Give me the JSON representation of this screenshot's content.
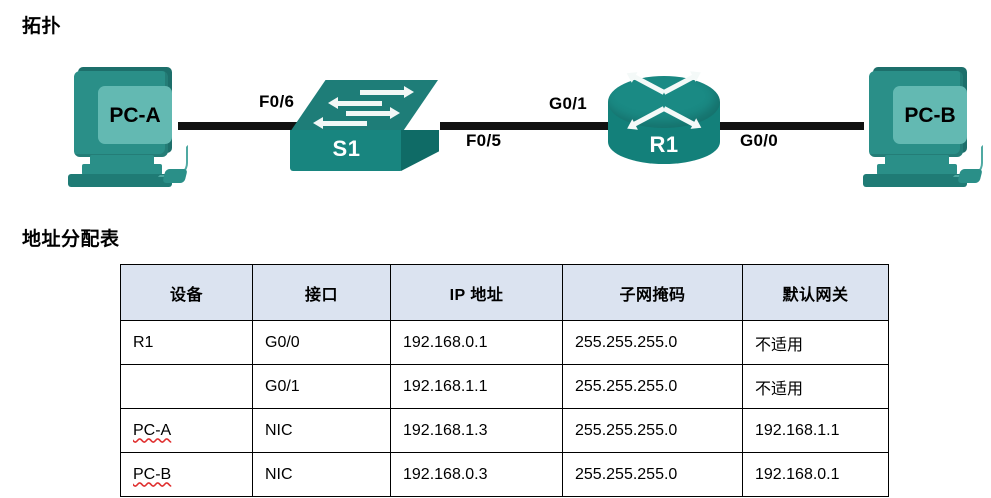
{
  "headings": {
    "topology": "拓扑",
    "address_table": "地址分配表"
  },
  "topology": {
    "devices": [
      {
        "name": "PC-A",
        "type": "pc"
      },
      {
        "name": "S1",
        "type": "switch"
      },
      {
        "name": "R1",
        "type": "router"
      },
      {
        "name": "PC-B",
        "type": "pc"
      }
    ],
    "link_labels": {
      "pca_to_s1": "F0/6",
      "s1_to_r1_left": "F0/5",
      "s1_to_r1_right": "G0/1",
      "r1_to_pcb": "G0/0"
    },
    "colors": {
      "device_teal": "#1a8a84",
      "device_teal_light": "#63b9b2",
      "link_black": "#111111"
    }
  },
  "address_table": {
    "columns": [
      "设备",
      "接口",
      "IP 地址",
      "子网掩码",
      "默认网关"
    ],
    "rows": [
      {
        "device": "R1",
        "device_spellcheck": false,
        "interface": "G0/0",
        "ip": "192.168.0.1",
        "mask": "255.255.255.0",
        "gateway": "不适用"
      },
      {
        "device": "",
        "device_spellcheck": false,
        "interface": "G0/1",
        "ip": "192.168.1.1",
        "mask": "255.255.255.0",
        "gateway": "不适用"
      },
      {
        "device": "PC-A",
        "device_spellcheck": true,
        "interface": "NIC",
        "ip": "192.168.1.3",
        "mask": "255.255.255.0",
        "gateway": "192.168.1.1"
      },
      {
        "device": "PC-B",
        "device_spellcheck": true,
        "interface": "NIC",
        "ip": "192.168.0.3",
        "mask": "255.255.255.0",
        "gateway": "192.168.0.1"
      }
    ],
    "header_background": "#dbe3f0"
  }
}
